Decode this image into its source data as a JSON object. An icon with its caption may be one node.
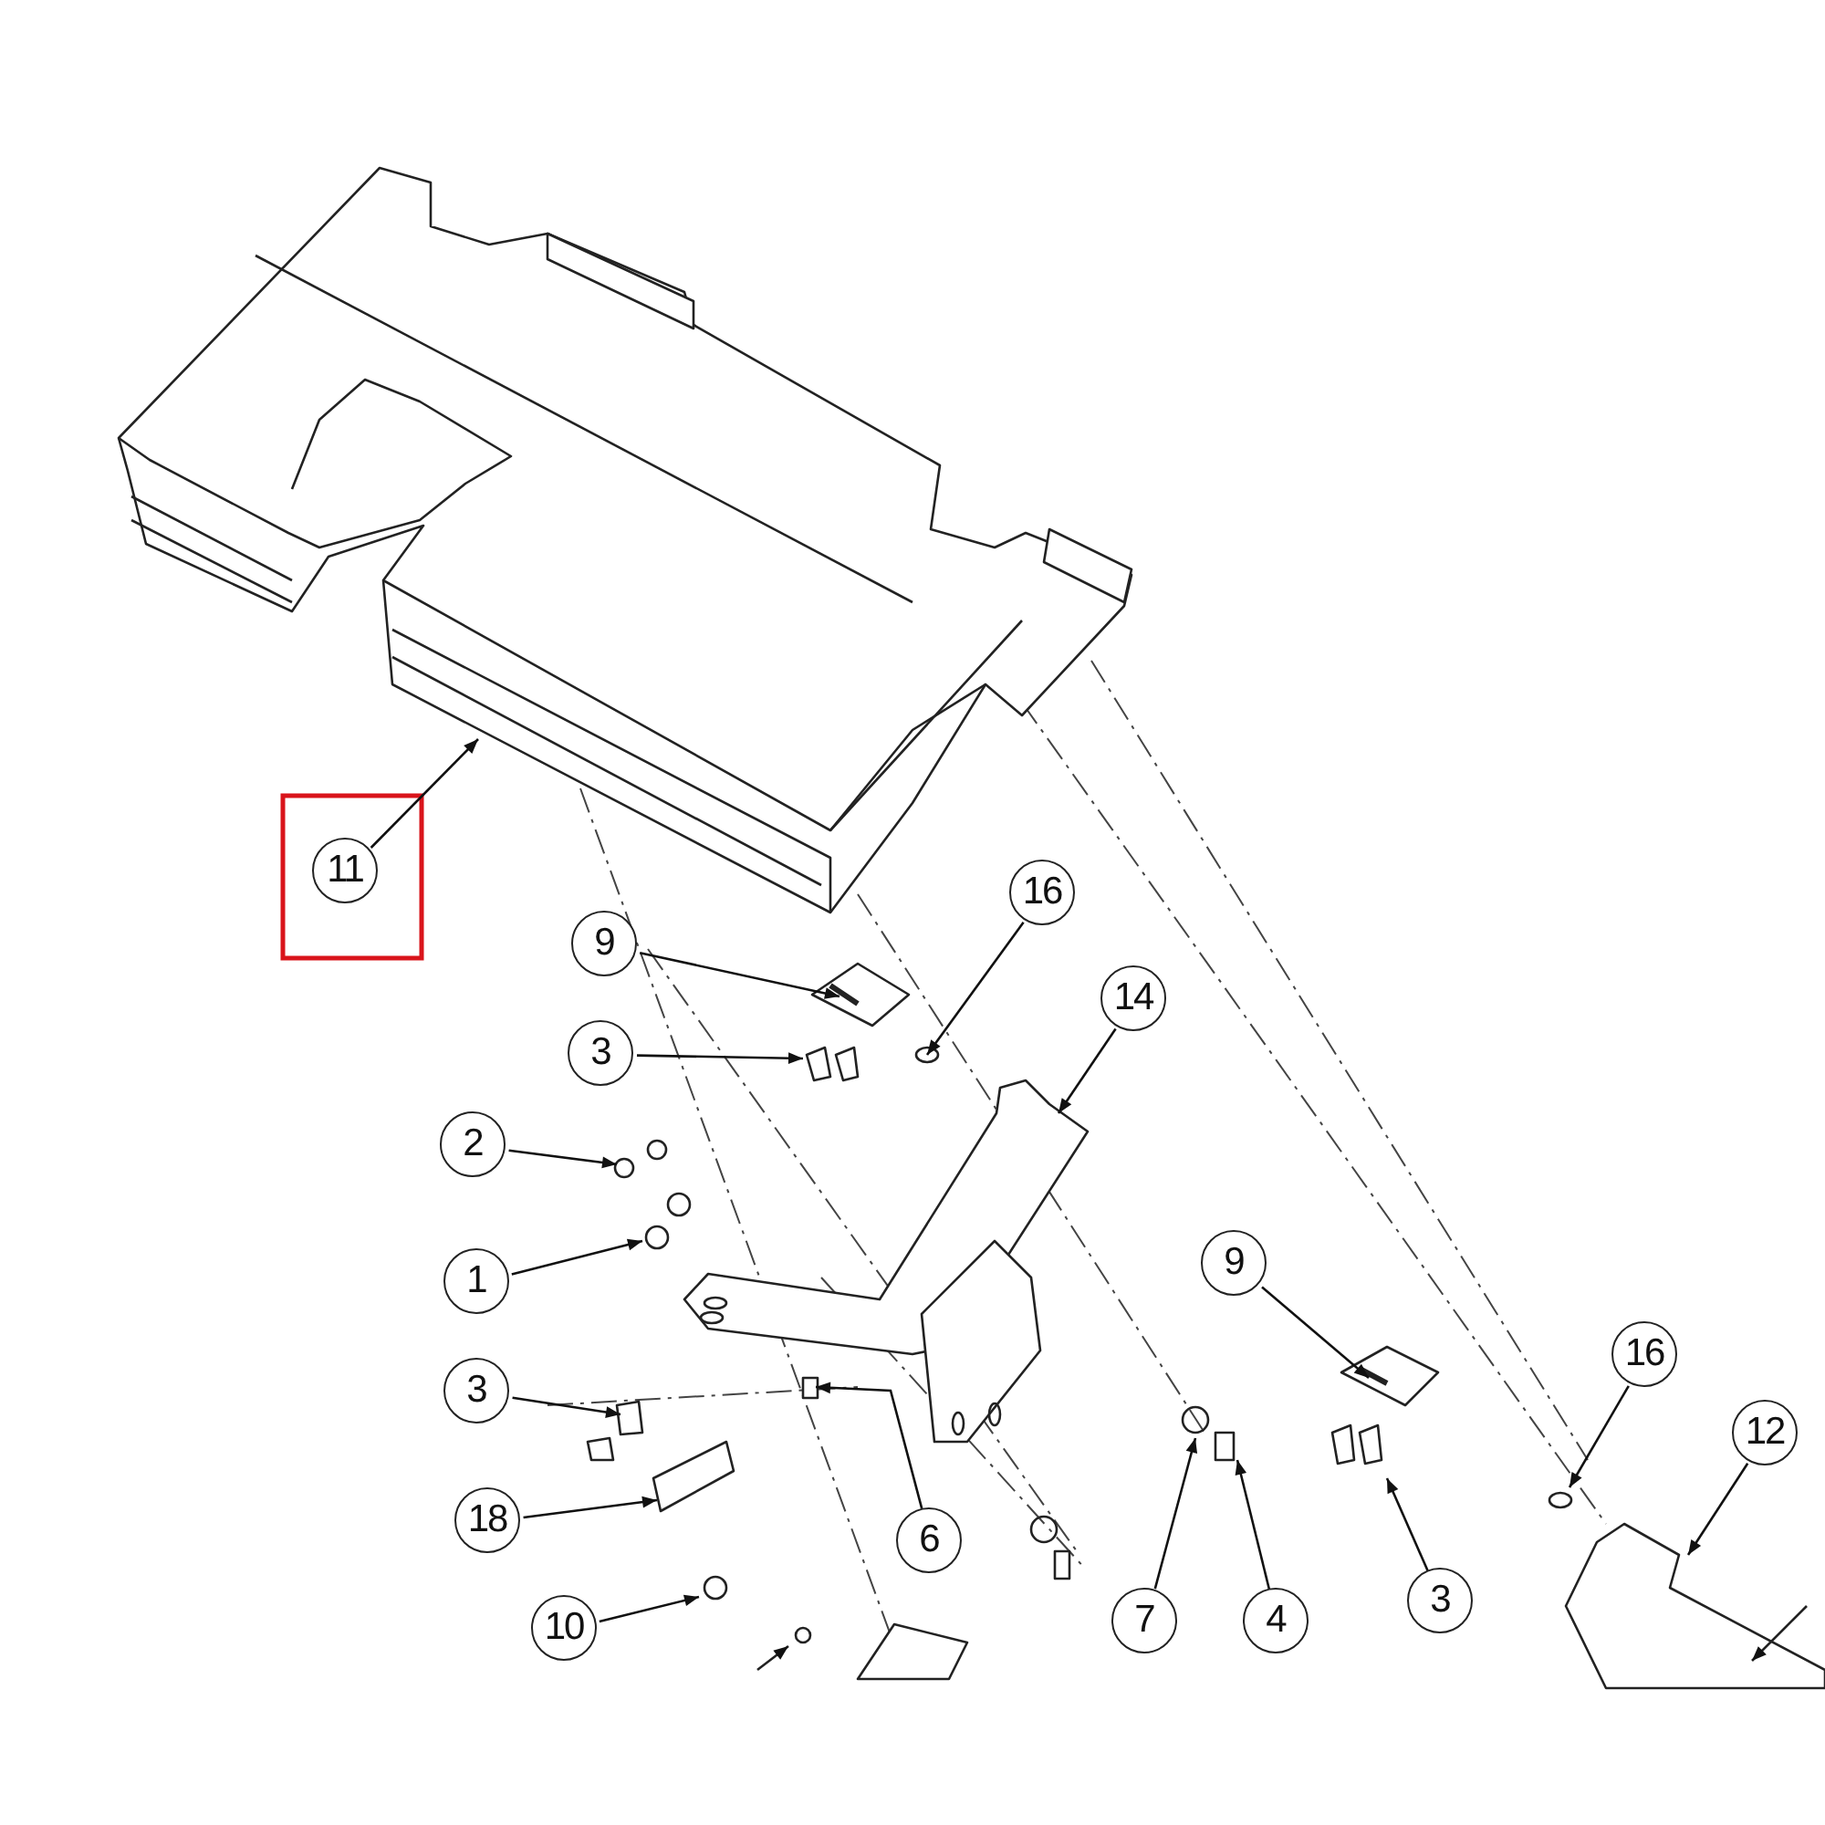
{
  "diagram": {
    "nodes": [
      {
        "text": [
          "11"
        ]
      },
      {
        "text": [
          "16"
        ]
      },
      {
        "text": [
          "9"
        ]
      },
      {
        "text": [
          "14"
        ]
      },
      {
        "text": [
          "3"
        ]
      },
      {
        "text": [
          "2"
        ]
      },
      {
        "text": [
          "1"
        ]
      },
      {
        "text": [
          "9"
        ]
      },
      {
        "text": [
          "16"
        ]
      },
      {
        "text": [
          "3"
        ]
      },
      {
        "text": [
          "12"
        ]
      },
      {
        "text": [
          "18"
        ]
      },
      {
        "text": [
          "6"
        ]
      },
      {
        "text": [
          "10"
        ]
      },
      {
        "text": [
          "7"
        ]
      },
      {
        "text": [
          "4"
        ]
      },
      {
        "text": [
          "3"
        ]
      }
    ],
    "edges": [
      {
        "from": 0,
        "to": null,
        "arrow": "to"
      },
      {
        "from": 1,
        "to": null,
        "arrow": "to"
      },
      {
        "from": 2,
        "to": null,
        "arrow": "to"
      },
      {
        "from": 3,
        "to": null,
        "arrow": "to"
      },
      {
        "from": 4,
        "to": null,
        "arrow": "to"
      },
      {
        "from": 5,
        "to": null,
        "arrow": "to"
      },
      {
        "from": 6,
        "to": null,
        "arrow": "to"
      },
      {
        "from": 7,
        "to": null,
        "arrow": "to"
      },
      {
        "from": 8,
        "to": null,
        "arrow": "to"
      },
      {
        "from": 9,
        "to": null,
        "arrow": "to"
      },
      {
        "from": 10,
        "to": null,
        "arrow": "to"
      },
      {
        "from": 11,
        "to": null,
        "arrow": "to"
      },
      {
        "from": 12,
        "to": null,
        "arrow": "to"
      },
      {
        "from": 13,
        "to": null,
        "arrow": "to"
      },
      {
        "from": 14,
        "to": null,
        "arrow": "to"
      },
      {
        "from": 15,
        "to": null,
        "arrow": "to"
      },
      {
        "from": 16,
        "to": null,
        "arrow": "to"
      }
    ]
  }
}
